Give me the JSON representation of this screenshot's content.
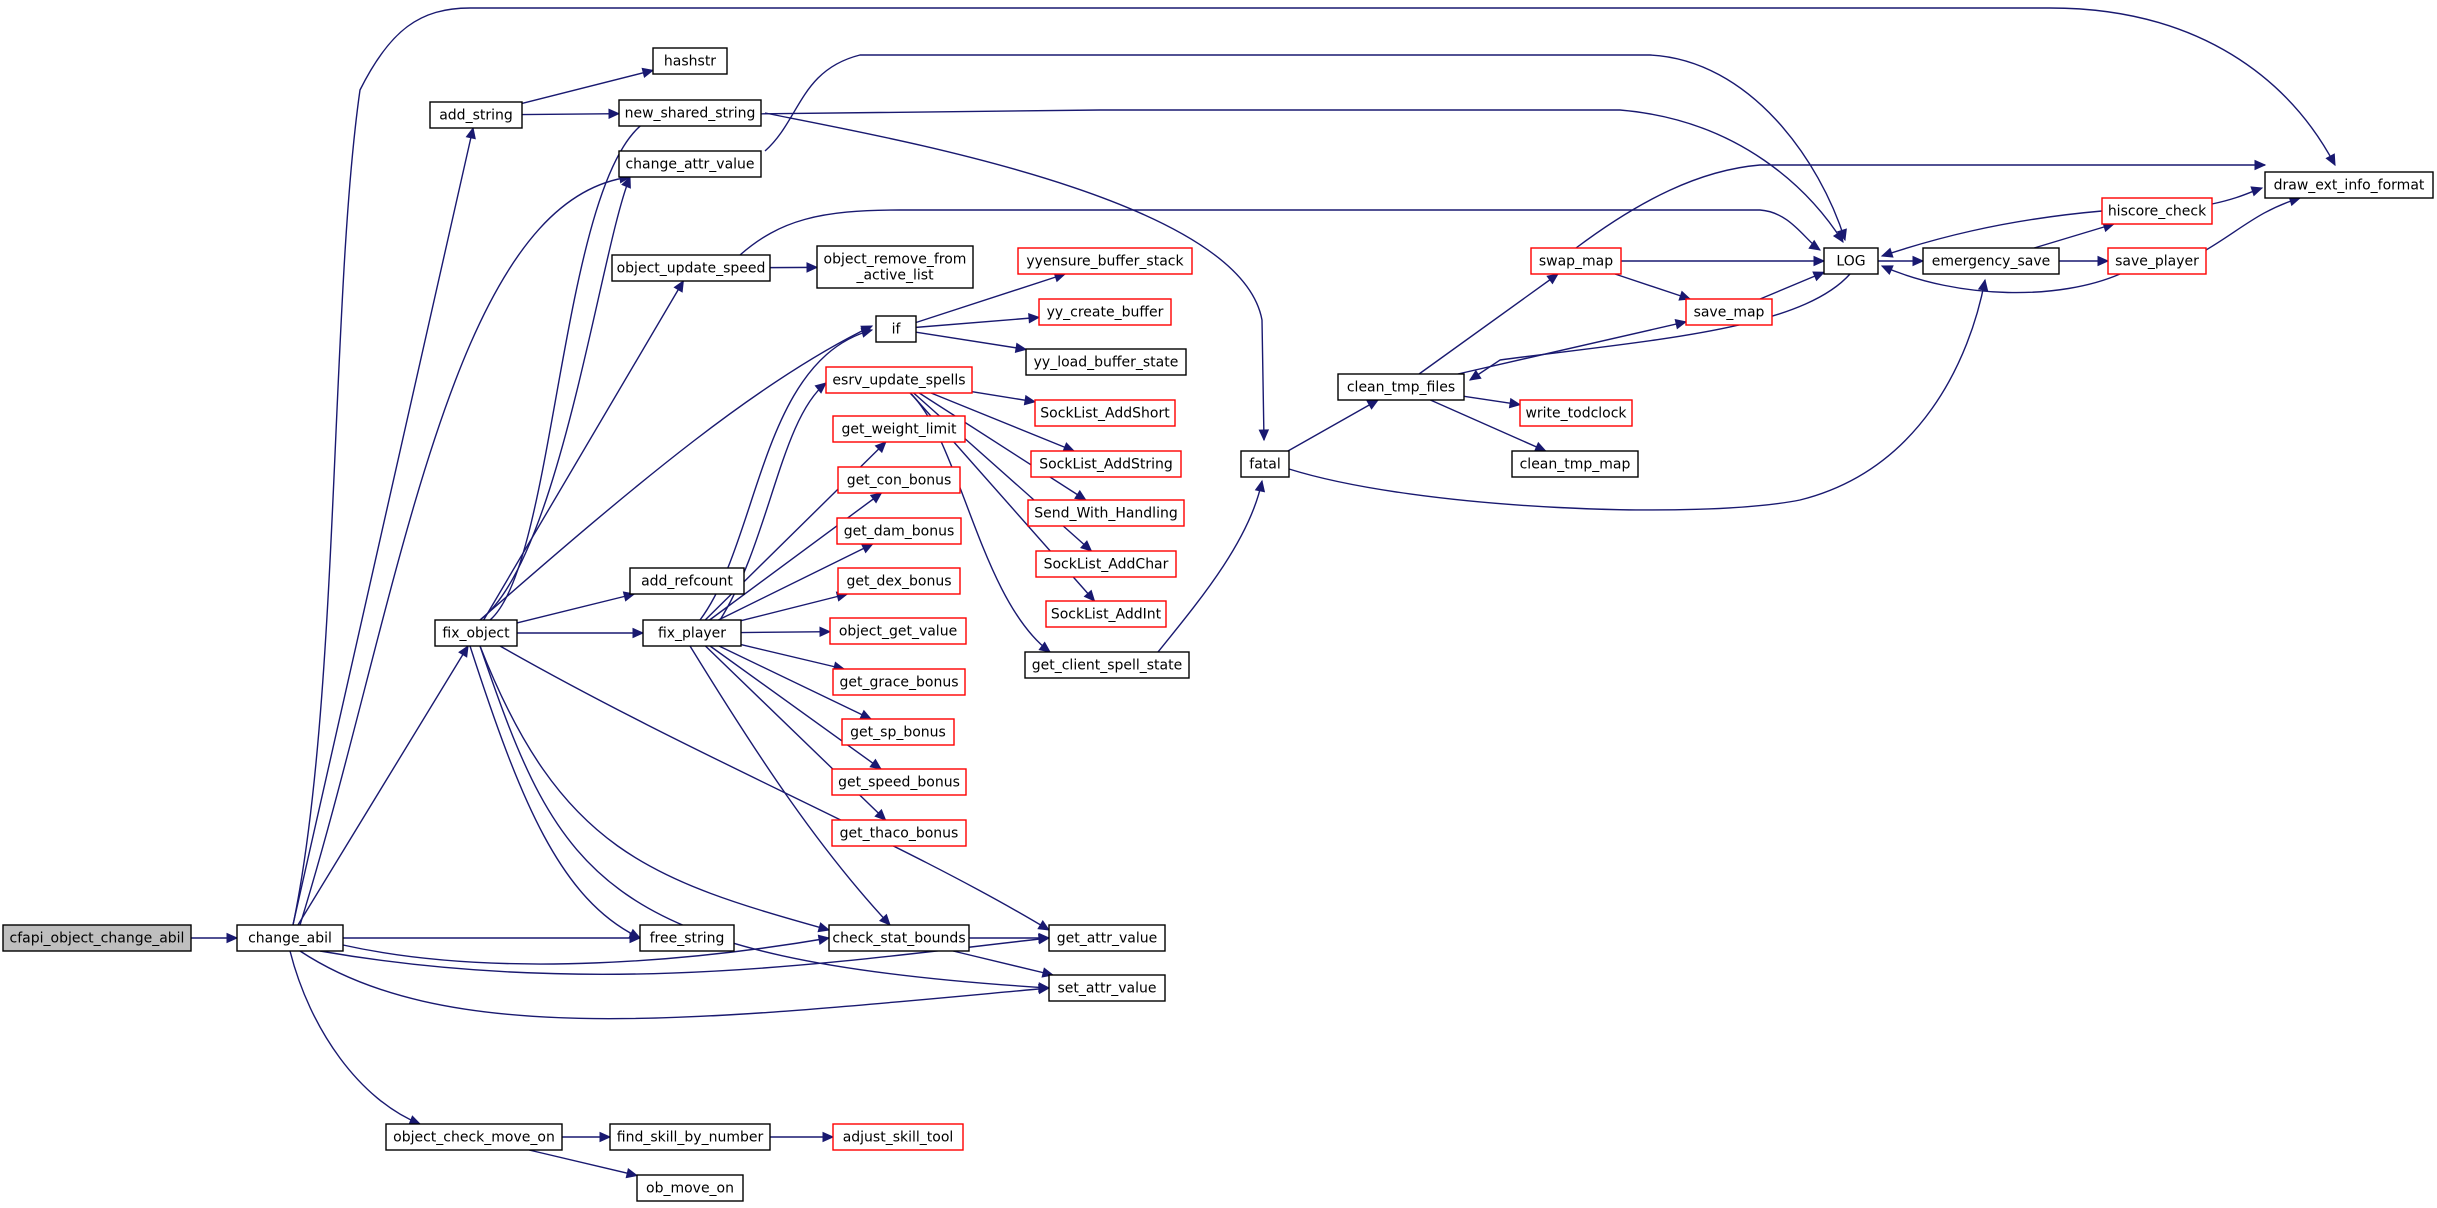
{
  "colors": {
    "edge": "#191970",
    "border_default": "#000000",
    "border_incomplete": "#ff0000",
    "fill_root": "#bfbfbf",
    "fill_default": "#ffffff"
  },
  "nodes": [
    {
      "id": "cfapi_object_change_abil",
      "lines": [
        "cfapi_object_change_abil"
      ],
      "style": "root"
    },
    {
      "id": "change_abil",
      "lines": [
        "change_abil"
      ],
      "style": "normal"
    },
    {
      "id": "add_string",
      "lines": [
        "add_string"
      ],
      "style": "normal"
    },
    {
      "id": "hashstr",
      "lines": [
        "hashstr"
      ],
      "style": "normal"
    },
    {
      "id": "new_shared_string",
      "lines": [
        "new_shared_string"
      ],
      "style": "normal"
    },
    {
      "id": "change_attr_value",
      "lines": [
        "change_attr_value"
      ],
      "style": "normal"
    },
    {
      "id": "object_update_speed",
      "lines": [
        "object_update_speed"
      ],
      "style": "normal"
    },
    {
      "id": "object_remove_from_active_list",
      "lines": [
        "object_remove_from",
        "_active_list"
      ],
      "style": "normal"
    },
    {
      "id": "if",
      "lines": [
        "if"
      ],
      "style": "normal"
    },
    {
      "id": "yyensure_buffer_stack",
      "lines": [
        "yyensure_buffer_stack"
      ],
      "style": "red"
    },
    {
      "id": "yy_create_buffer",
      "lines": [
        "yy_create_buffer"
      ],
      "style": "red"
    },
    {
      "id": "yy_load_buffer_state",
      "lines": [
        "yy_load_buffer_state"
      ],
      "style": "normal"
    },
    {
      "id": "esrv_update_spells",
      "lines": [
        "esrv_update_spells"
      ],
      "style": "red"
    },
    {
      "id": "SockList_AddShort",
      "lines": [
        "SockList_AddShort"
      ],
      "style": "red"
    },
    {
      "id": "SockList_AddString",
      "lines": [
        "SockList_AddString"
      ],
      "style": "red"
    },
    {
      "id": "Send_With_Handling",
      "lines": [
        "Send_With_Handling"
      ],
      "style": "red"
    },
    {
      "id": "SockList_AddChar",
      "lines": [
        "SockList_AddChar"
      ],
      "style": "red"
    },
    {
      "id": "SockList_AddInt",
      "lines": [
        "SockList_AddInt"
      ],
      "style": "red"
    },
    {
      "id": "get_client_spell_state",
      "lines": [
        "get_client_spell_state"
      ],
      "style": "normal"
    },
    {
      "id": "get_weight_limit",
      "lines": [
        "get_weight_limit"
      ],
      "style": "red"
    },
    {
      "id": "get_con_bonus",
      "lines": [
        "get_con_bonus"
      ],
      "style": "red"
    },
    {
      "id": "get_dam_bonus",
      "lines": [
        "get_dam_bonus"
      ],
      "style": "red"
    },
    {
      "id": "get_dex_bonus",
      "lines": [
        "get_dex_bonus"
      ],
      "style": "red"
    },
    {
      "id": "object_get_value",
      "lines": [
        "object_get_value"
      ],
      "style": "red"
    },
    {
      "id": "get_grace_bonus",
      "lines": [
        "get_grace_bonus"
      ],
      "style": "red"
    },
    {
      "id": "get_sp_bonus",
      "lines": [
        "get_sp_bonus"
      ],
      "style": "red"
    },
    {
      "id": "get_speed_bonus",
      "lines": [
        "get_speed_bonus"
      ],
      "style": "red"
    },
    {
      "id": "get_thaco_bonus",
      "lines": [
        "get_thaco_bonus"
      ],
      "style": "red"
    },
    {
      "id": "add_refcount",
      "lines": [
        "add_refcount"
      ],
      "style": "normal"
    },
    {
      "id": "fix_object",
      "lines": [
        "fix_object"
      ],
      "style": "normal"
    },
    {
      "id": "fix_player",
      "lines": [
        "fix_player"
      ],
      "style": "normal"
    },
    {
      "id": "free_string",
      "lines": [
        "free_string"
      ],
      "style": "normal"
    },
    {
      "id": "check_stat_bounds",
      "lines": [
        "check_stat_bounds"
      ],
      "style": "normal"
    },
    {
      "id": "get_attr_value",
      "lines": [
        "get_attr_value"
      ],
      "style": "normal"
    },
    {
      "id": "set_attr_value",
      "lines": [
        "set_attr_value"
      ],
      "style": "normal"
    },
    {
      "id": "object_check_move_on",
      "lines": [
        "object_check_move_on"
      ],
      "style": "normal"
    },
    {
      "id": "find_skill_by_number",
      "lines": [
        "find_skill_by_number"
      ],
      "style": "normal"
    },
    {
      "id": "adjust_skill_tool",
      "lines": [
        "adjust_skill_tool"
      ],
      "style": "red"
    },
    {
      "id": "ob_move_on",
      "lines": [
        "ob_move_on"
      ],
      "style": "normal"
    },
    {
      "id": "fatal",
      "lines": [
        "fatal"
      ],
      "style": "normal"
    },
    {
      "id": "clean_tmp_files",
      "lines": [
        "clean_tmp_files"
      ],
      "style": "normal"
    },
    {
      "id": "swap_map",
      "lines": [
        "swap_map"
      ],
      "style": "red"
    },
    {
      "id": "save_map",
      "lines": [
        "save_map"
      ],
      "style": "red"
    },
    {
      "id": "write_todclock",
      "lines": [
        "write_todclock"
      ],
      "style": "red"
    },
    {
      "id": "clean_tmp_map",
      "lines": [
        "clean_tmp_map"
      ],
      "style": "normal"
    },
    {
      "id": "LOG",
      "lines": [
        "LOG"
      ],
      "style": "normal"
    },
    {
      "id": "emergency_save",
      "lines": [
        "emergency_save"
      ],
      "style": "normal"
    },
    {
      "id": "hiscore_check",
      "lines": [
        "hiscore_check"
      ],
      "style": "red"
    },
    {
      "id": "save_player",
      "lines": [
        "save_player"
      ],
      "style": "red"
    },
    {
      "id": "draw_ext_info_format",
      "lines": [
        "draw_ext_info_format"
      ],
      "style": "normal"
    }
  ],
  "edges": [
    [
      "cfapi_object_change_abil",
      "change_abil"
    ],
    [
      "change_abil",
      "add_string"
    ],
    [
      "change_abil",
      "draw_ext_info_format"
    ],
    [
      "change_abil",
      "change_attr_value"
    ],
    [
      "change_abil",
      "fix_object"
    ],
    [
      "change_abil",
      "free_string"
    ],
    [
      "change_abil",
      "check_stat_bounds"
    ],
    [
      "change_abil",
      "get_attr_value"
    ],
    [
      "change_abil",
      "set_attr_value"
    ],
    [
      "change_abil",
      "object_check_move_on"
    ],
    [
      "add_string",
      "hashstr"
    ],
    [
      "add_string",
      "new_shared_string"
    ],
    [
      "new_shared_string",
      "fatal"
    ],
    [
      "change_attr_value",
      "LOG"
    ],
    [
      "fix_object",
      "change_attr_value"
    ],
    [
      "fix_object",
      "LOG"
    ],
    [
      "fix_object",
      "object_update_speed"
    ],
    [
      "fix_object",
      "if"
    ],
    [
      "fix_object",
      "add_refcount"
    ],
    [
      "fix_object",
      "fix_player"
    ],
    [
      "fix_object",
      "free_string"
    ],
    [
      "fix_object",
      "check_stat_bounds"
    ],
    [
      "fix_object",
      "get_attr_value"
    ],
    [
      "fix_object",
      "set_attr_value"
    ],
    [
      "object_update_speed",
      "LOG"
    ],
    [
      "object_update_speed",
      "object_remove_from_active_list"
    ],
    [
      "if",
      "yyensure_buffer_stack"
    ],
    [
      "if",
      "yy_create_buffer"
    ],
    [
      "if",
      "yy_load_buffer_state"
    ],
    [
      "fix_player",
      "if"
    ],
    [
      "fix_player",
      "esrv_update_spells"
    ],
    [
      "fix_player",
      "get_weight_limit"
    ],
    [
      "fix_player",
      "get_con_bonus"
    ],
    [
      "fix_player",
      "get_dam_bonus"
    ],
    [
      "fix_player",
      "get_dex_bonus"
    ],
    [
      "fix_player",
      "object_get_value"
    ],
    [
      "fix_player",
      "get_grace_bonus"
    ],
    [
      "fix_player",
      "get_sp_bonus"
    ],
    [
      "fix_player",
      "get_speed_bonus"
    ],
    [
      "fix_player",
      "get_thaco_bonus"
    ],
    [
      "fix_player",
      "check_stat_bounds"
    ],
    [
      "esrv_update_spells",
      "SockList_AddShort"
    ],
    [
      "esrv_update_spells",
      "SockList_AddString"
    ],
    [
      "esrv_update_spells",
      "Send_With_Handling"
    ],
    [
      "esrv_update_spells",
      "SockList_AddChar"
    ],
    [
      "esrv_update_spells",
      "SockList_AddInt"
    ],
    [
      "esrv_update_spells",
      "get_client_spell_state"
    ],
    [
      "get_client_spell_state",
      "fatal"
    ],
    [
      "check_stat_bounds",
      "get_attr_value"
    ],
    [
      "check_stat_bounds",
      "set_attr_value"
    ],
    [
      "object_check_move_on",
      "find_skill_by_number"
    ],
    [
      "object_check_move_on",
      "ob_move_on"
    ],
    [
      "find_skill_by_number",
      "adjust_skill_tool"
    ],
    [
      "fatal",
      "clean_tmp_files"
    ],
    [
      "fatal",
      "emergency_save"
    ],
    [
      "clean_tmp_files",
      "swap_map"
    ],
    [
      "clean_tmp_files",
      "save_map"
    ],
    [
      "clean_tmp_files",
      "write_todclock"
    ],
    [
      "clean_tmp_files",
      "clean_tmp_map"
    ],
    [
      "swap_map",
      "LOG"
    ],
    [
      "swap_map",
      "save_map"
    ],
    [
      "swap_map",
      "draw_ext_info_format"
    ],
    [
      "save_map",
      "LOG"
    ],
    [
      "LOG",
      "clean_tmp_files"
    ],
    [
      "LOG",
      "emergency_save"
    ],
    [
      "emergency_save",
      "hiscore_check"
    ],
    [
      "emergency_save",
      "save_player"
    ],
    [
      "hiscore_check",
      "LOG"
    ],
    [
      "hiscore_check",
      "draw_ext_info_format"
    ],
    [
      "save_player",
      "LOG"
    ],
    [
      "save_player",
      "draw_ext_info_format"
    ]
  ]
}
